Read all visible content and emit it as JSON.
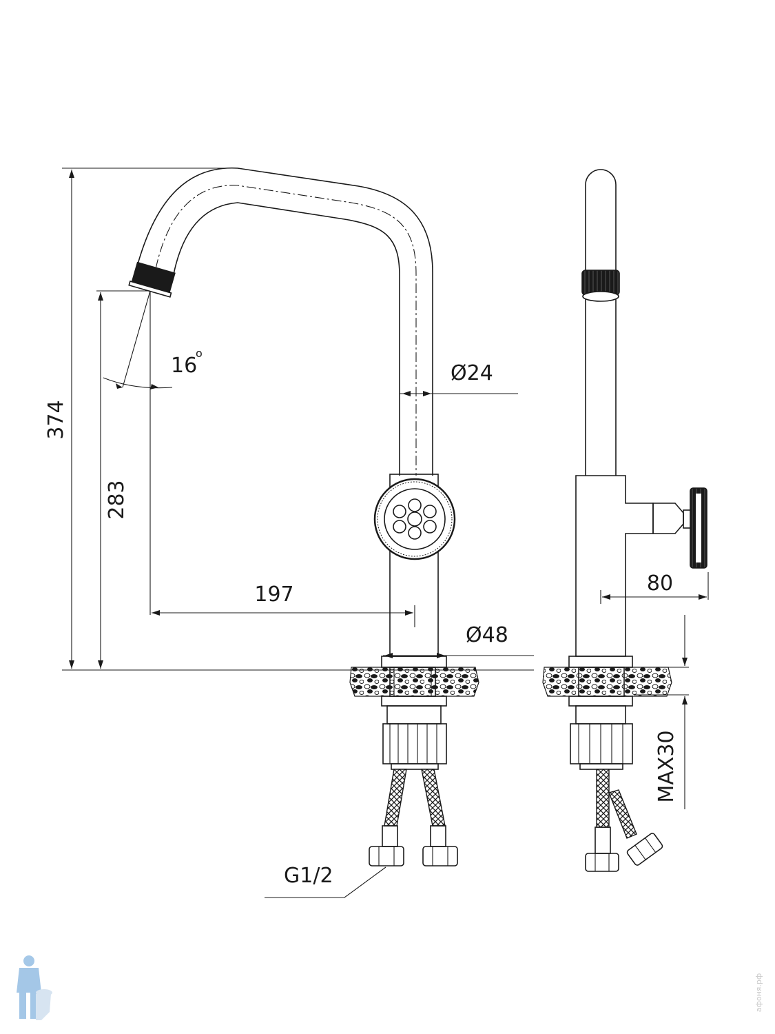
{
  "dimensions": {
    "height_total": "374",
    "height_spout": "283",
    "spout_angle": "16",
    "spout_angle_unit": "o",
    "tube_diameter": "Ø24",
    "reach": "197",
    "base_diameter": "Ø48",
    "handle_offset": "80",
    "max_deck_thickness": "MAX30",
    "hose_thread": "G1/2"
  },
  "watermark": {
    "text": "афоня.рф",
    "logo_icon": "plumber-mascot-icon"
  },
  "colors": {
    "line": "#1a1a1a",
    "background": "#ffffff",
    "watermark": "#c9c9c9",
    "mascot": "#5b9bd5"
  }
}
